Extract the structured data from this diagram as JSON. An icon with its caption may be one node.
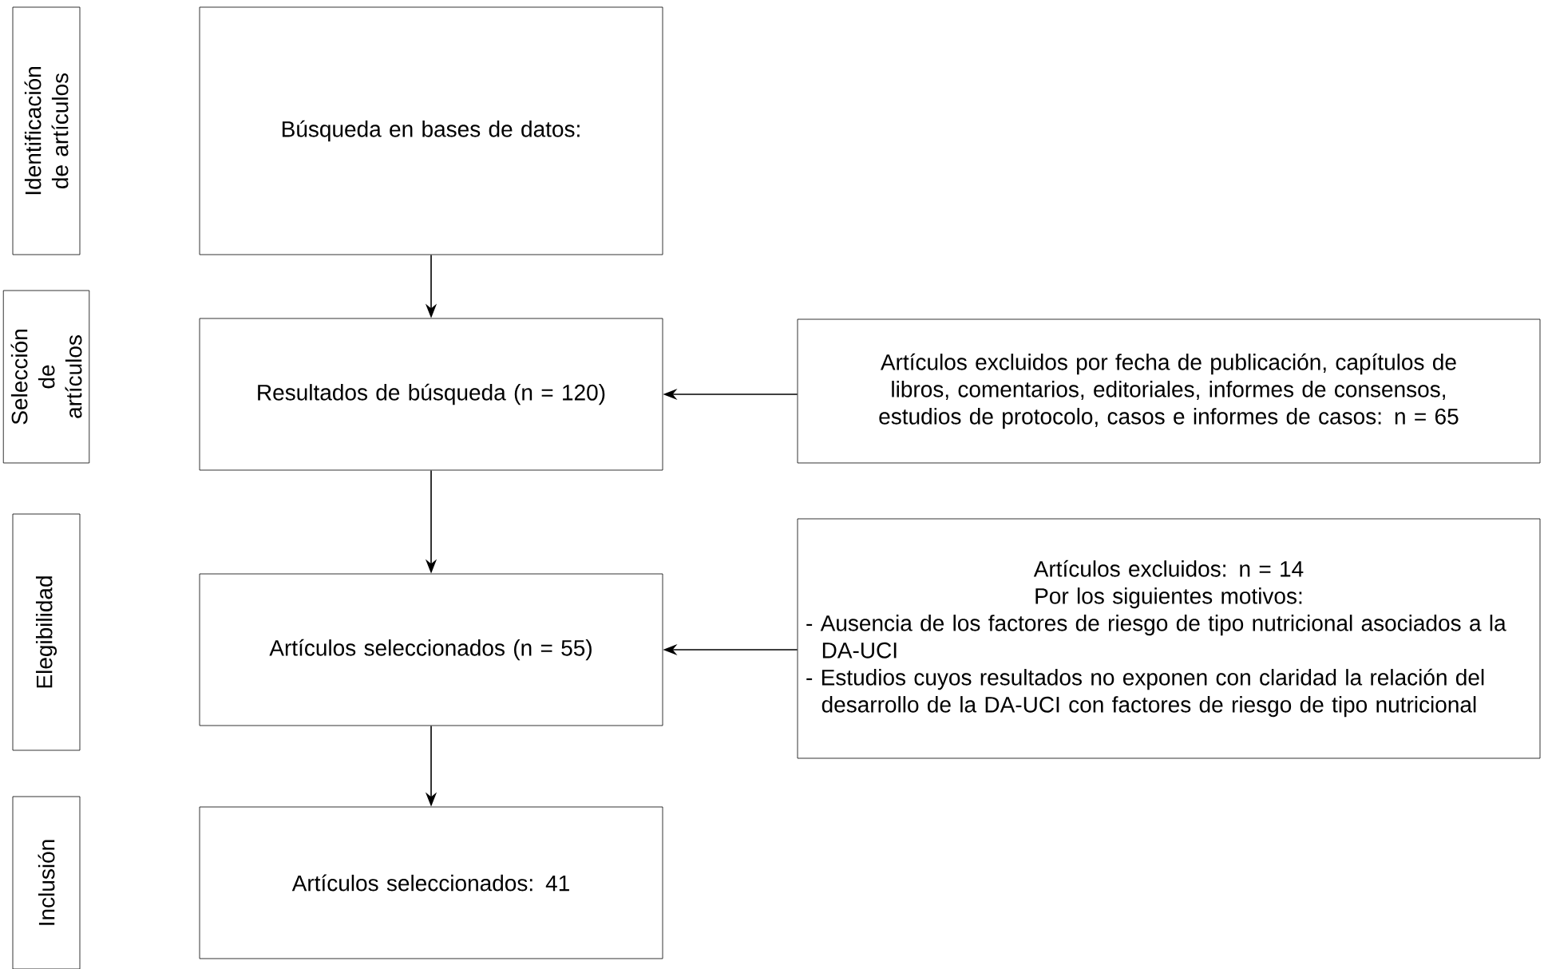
{
  "diagram": {
    "nodes": [
      {
        "text": [
          "Identificación de artículos"
        ]
      },
      {
        "text": [
          "Búsqueda en bases de datos:"
        ]
      },
      {
        "text": [
          "Selección de artículos"
        ]
      },
      {
        "text": [
          "Resultados de búsqueda (n = 120)"
        ]
      },
      {
        "text": [
          "Artículos excluidos por fecha de publicación, capítulos de libros, comentarios, editoriales, informes de consensos, estudios de protocolo, casos e informes de casos: n = 65"
        ]
      },
      {
        "text": [
          "Elegibilidad"
        ]
      },
      {
        "text": [
          "Artículos seleccionados (n = 55)"
        ]
      },
      {
        "text": [
          "Artículos excluidos: n = 14",
          "Por los siguientes motivos:",
          "- Ausencia de los factores de riesgo de tipo nutricional asociados a la DA-UCI",
          "- Estudios cuyos resultados no exponen con claridad la relación del desarrollo de la DA-UCI con factores de riesgo de tipo nutricional"
        ]
      },
      {
        "text": [
          "Inclusión"
        ]
      },
      {
        "text": [
          "Artículos seleccionados: 41"
        ]
      }
    ],
    "edges": [
      {
        "from": 1,
        "to": 3,
        "arrow": "to"
      },
      {
        "from": 4,
        "to": 3,
        "arrow": "to"
      },
      {
        "from": 3,
        "to": 6,
        "arrow": "to"
      },
      {
        "from": 7,
        "to": 6,
        "arrow": "to"
      },
      {
        "from": 6,
        "to": 9,
        "arrow": "to"
      }
    ]
  }
}
